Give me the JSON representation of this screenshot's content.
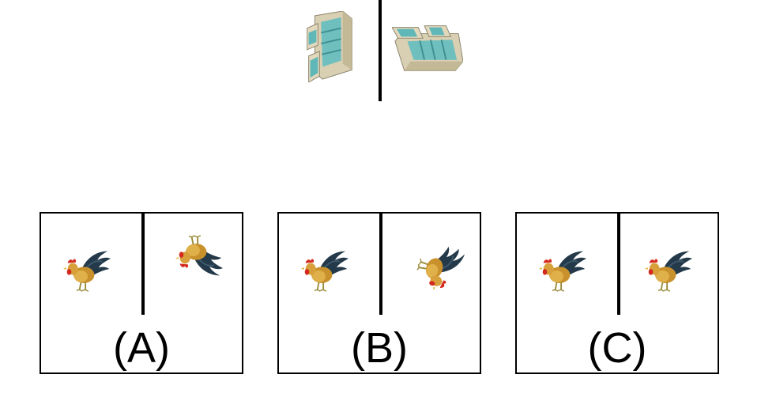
{
  "example": {
    "left_object": "fridge-icon",
    "right_object": "fridge-icon"
  },
  "options": [
    {
      "label": "(A)",
      "left_object": "rooster-icon",
      "right_object": "rooster-icon"
    },
    {
      "label": "(B)",
      "left_object": "rooster-icon",
      "right_object": "rooster-icon"
    },
    {
      "label": "(C)",
      "left_object": "rooster-icon",
      "right_object": "rooster-icon"
    }
  ],
  "colors": {
    "fridge_body": "#d9cfb2",
    "fridge_inner": "#5fb7b8",
    "rooster_tail": "#243a4a",
    "rooster_body": "#c9912c",
    "rooster_comb": "#d42a1e"
  }
}
